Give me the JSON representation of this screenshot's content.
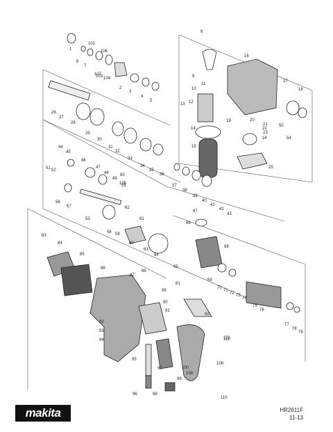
{
  "brand": "makita",
  "model": "HR2611F",
  "revision": "11-13",
  "part_labels": [
    "1",
    "2",
    "3",
    "4",
    "5",
    "6",
    "7",
    "8",
    "9",
    "10",
    "11",
    "12",
    "13",
    "14",
    "15",
    "16",
    "17",
    "18",
    "19",
    "20",
    "21",
    "22",
    "23",
    "24",
    "25",
    "26",
    "27",
    "28",
    "29",
    "30",
    "31",
    "32",
    "33",
    "34",
    "35",
    "36",
    "37",
    "38",
    "39",
    "40",
    "41",
    "42",
    "43",
    "44",
    "45",
    "46",
    "47",
    "48",
    "49",
    "50",
    "51",
    "52",
    "53",
    "54",
    "55",
    "56",
    "57",
    "58",
    "59",
    "60",
    "61",
    "62",
    "63",
    "64",
    "65",
    "66",
    "67",
    "68",
    "69",
    "70",
    "71",
    "72",
    "73",
    "74",
    "75",
    "76",
    "77",
    "78",
    "79",
    "80",
    "81",
    "82",
    "83",
    "84",
    "85",
    "86",
    "87",
    "88",
    "89",
    "90",
    "91",
    "92",
    "93",
    "94",
    "95",
    "96",
    "97",
    "98",
    "99",
    "100",
    "101",
    "102",
    "103",
    "104",
    "105",
    "106",
    "107",
    "108",
    "109",
    "110",
    "111"
  ],
  "colors": {
    "line": "#333333",
    "part": "#555555",
    "dark": "#222222"
  }
}
